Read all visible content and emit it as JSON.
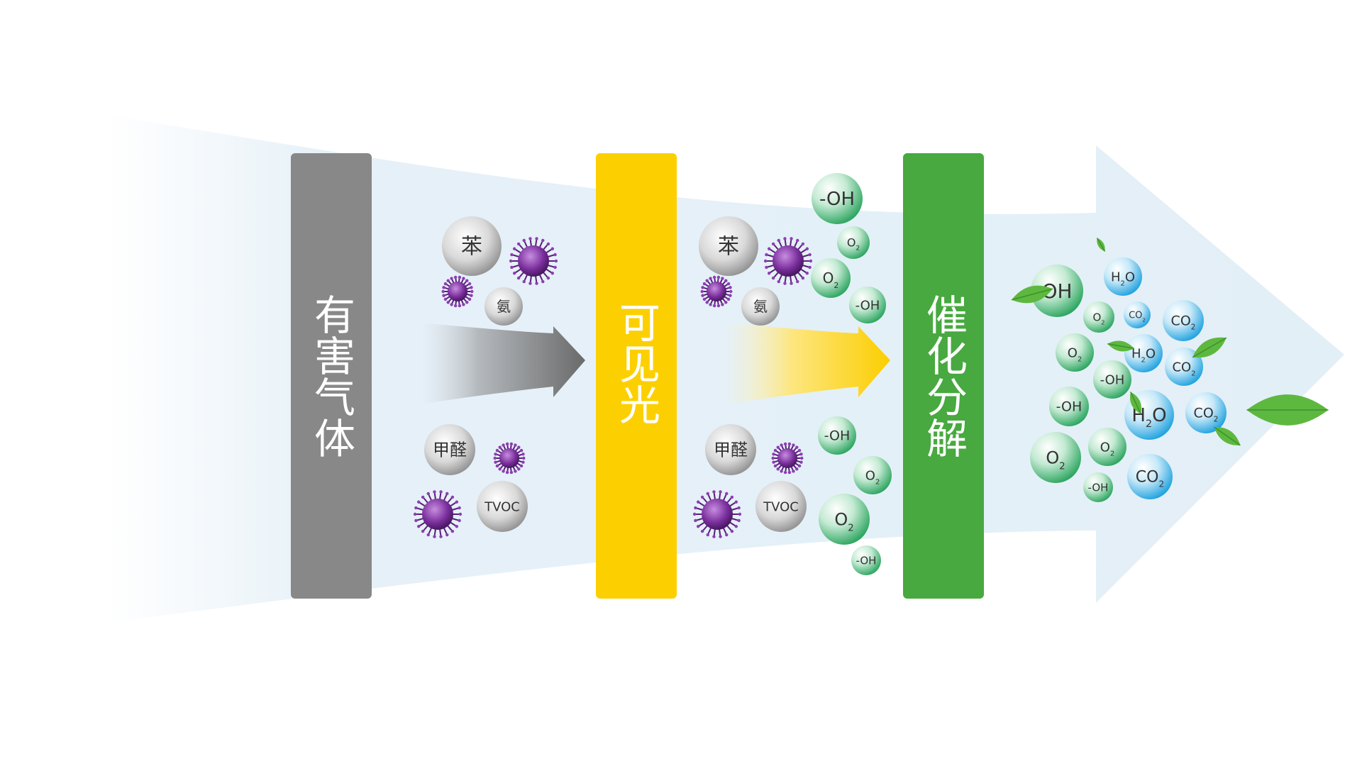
{
  "stages": {
    "harmful_gas": "有害气体",
    "visible_light": "可见光",
    "catalytic": "催化分解"
  },
  "pollutants": {
    "benzene": "苯",
    "ammonia": "氨",
    "formaldehyde": "甲醛",
    "tvoc": "TVOC"
  },
  "products": {
    "hydroxyl": "-OH",
    "hydroxyl_plain": "OH",
    "oxygen": {
      "base": "O",
      "sub": "2"
    },
    "water": {
      "h": "H",
      "sub": "2",
      "o": "O"
    },
    "carbon_dioxide": {
      "base": "CO",
      "sub": "2"
    }
  },
  "colors": {
    "harmful_bar": "#888888",
    "light_bar": "#FCD000",
    "catalytic_bar": "#47A93F",
    "arrow_fill": "#E3EFF7",
    "virus": "#6B2A8E",
    "leaf": "#5DB83F"
  },
  "icons": [
    "virus-icon",
    "leaf-icon",
    "flow-arrow-icon"
  ]
}
